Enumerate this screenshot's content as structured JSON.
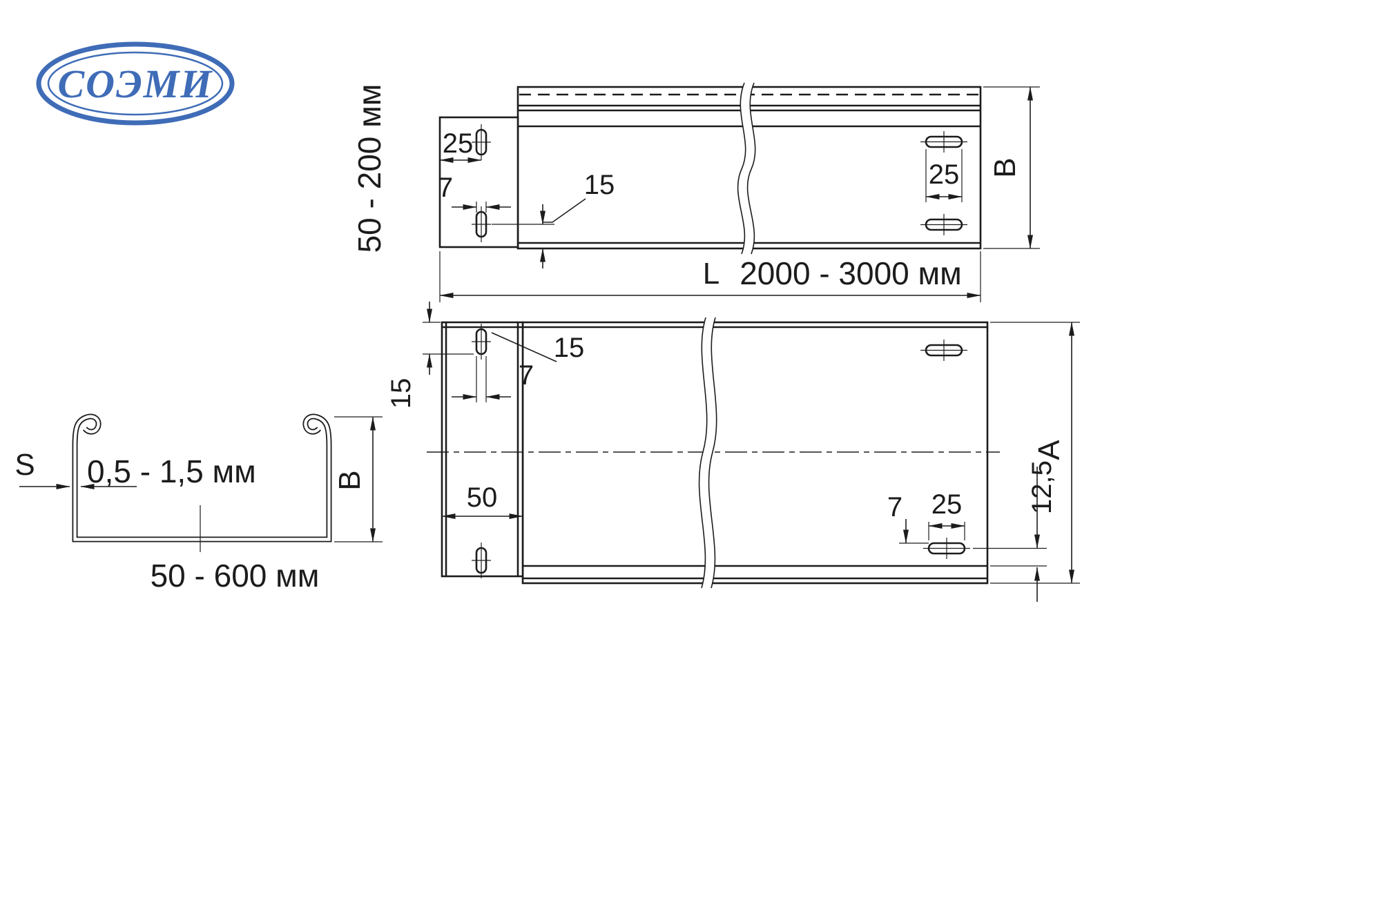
{
  "colors": {
    "background": "#ffffff",
    "line": "#1c1c1c",
    "logo_blue": "#3f6cb7"
  },
  "logo": {
    "name": "СОЭМИ"
  },
  "side_view": {
    "height_range_label": "50 - 200 мм",
    "dim_25_left": "25",
    "dim_7_slot": "7",
    "dim_15_flange": "15",
    "dim_25_slot": "25",
    "dim_height": "B"
  },
  "length_dimension": {
    "symbol": "L",
    "range": "2000 - 3000 мм"
  },
  "plan_view": {
    "dim_15_leader": "15",
    "dim_7_slot_width": "7",
    "dim_15_edge": "15",
    "dim_50_flange": "50",
    "dim_7_slot_height": "7",
    "dim_25_slot": "25",
    "dim_12_5_offset": "12,5",
    "dim_width": "A"
  },
  "section_view": {
    "thickness_symbol": "S",
    "thickness_range": "0,5 - 1,5 мм",
    "height_symbol": "B",
    "width_range": "50 - 600 мм"
  }
}
